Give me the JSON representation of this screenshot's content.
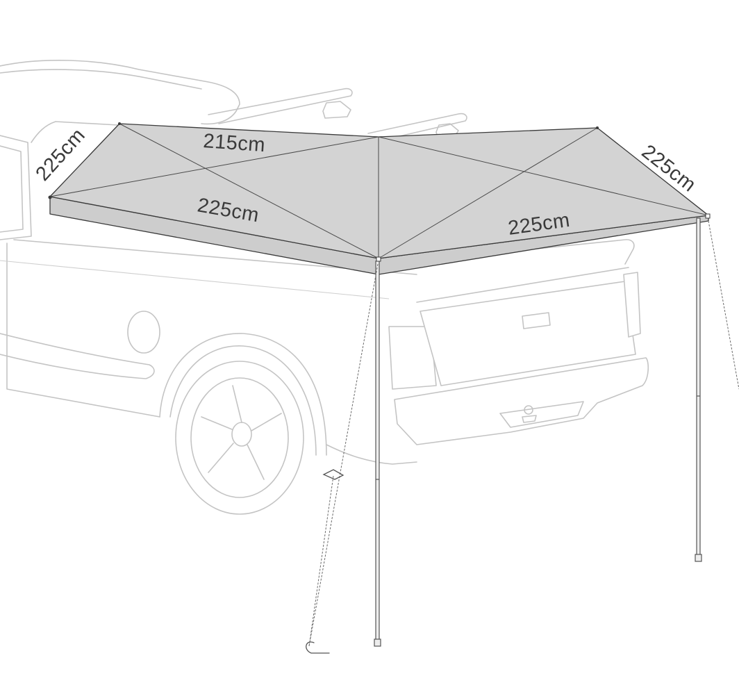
{
  "dimensions": {
    "left_side": "225cm",
    "back_edge": "215cm",
    "front_left": "225cm",
    "front_right": "225cm",
    "right_side": "225cm"
  },
  "colors": {
    "canopy": "#d3d3d3",
    "outline": "#3a3a3a",
    "truck_outline": "#c4c4c4"
  },
  "icons": [
    "pickup-truck-illustration",
    "awning-canopy",
    "support-pole",
    "guy-rope",
    "ground-stake"
  ]
}
